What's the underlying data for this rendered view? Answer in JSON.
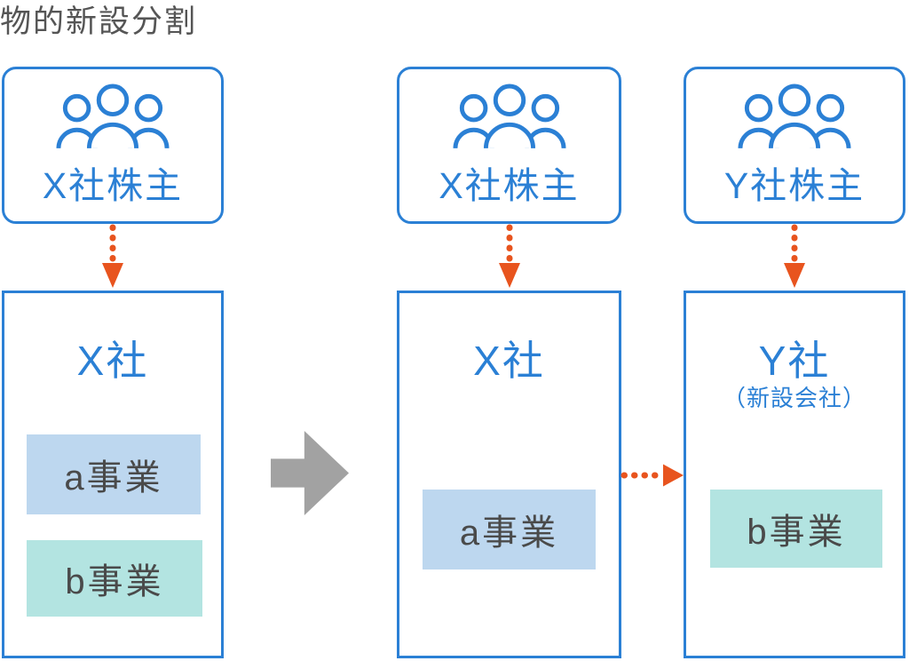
{
  "title": "物的新設分割",
  "colors": {
    "blue": "#2b80d5",
    "orange": "#e8541e",
    "gray_arrow": "#a2a2a2",
    "title_text": "#555555",
    "business_text": "#4a4a4a",
    "business_a_bg": "#bdd7ef",
    "business_b_bg": "#b3e4e1"
  },
  "icons": {
    "shareholders": "people-group-icon",
    "ownership_arrow": "dotted-arrow-down-icon",
    "transfer_arrow": "dotted-arrow-right-icon",
    "transform_arrow": "big-gray-arrow-right-icon"
  },
  "panels": {
    "before": {
      "shareholder_label": "X社株主",
      "company_label": "X社",
      "business_a": "a事業",
      "business_b": "b事業"
    },
    "after_x": {
      "shareholder_label": "X社株主",
      "company_label": "X社",
      "business_a": "a事業"
    },
    "after_y": {
      "shareholder_label": "Y社株主",
      "company_label": "Y社",
      "company_note": "（新設会社）",
      "business_b": "b事業"
    }
  }
}
